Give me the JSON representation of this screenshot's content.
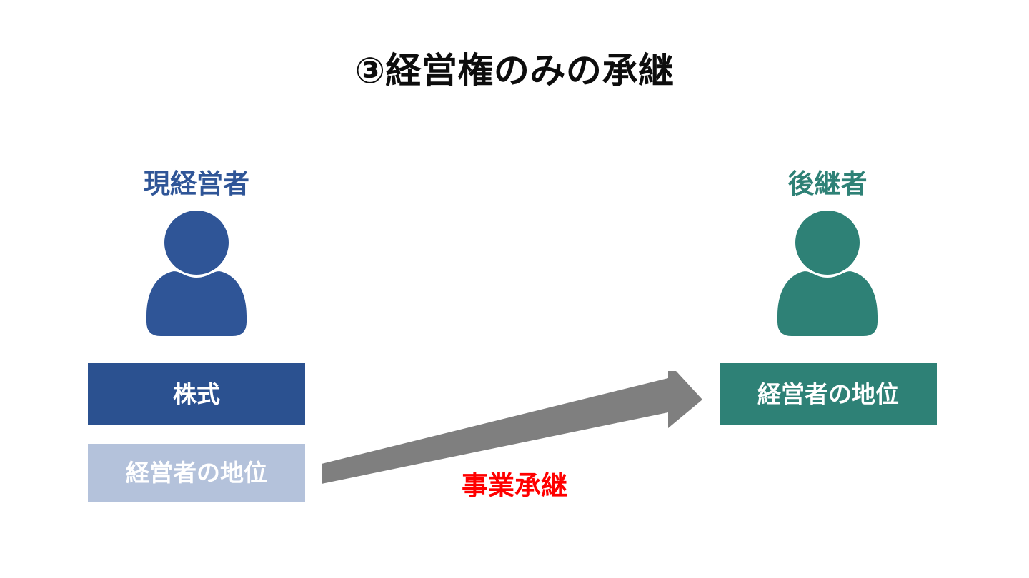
{
  "slide": {
    "title": "③経営権のみの承継",
    "title_color": "#0d0d0d",
    "background_color": "#ffffff"
  },
  "current_owner": {
    "label": "現経営者",
    "color": "#2f5597",
    "icon": "person-icon",
    "assets": [
      {
        "label": "株式",
        "background_color": "#2b5190",
        "text_color": "#ffffff",
        "transferred": false
      },
      {
        "label": "経営者の地位",
        "background_color": "#b4c2db",
        "text_color": "#ffffff",
        "transferred": true
      }
    ]
  },
  "successor": {
    "label": "後継者",
    "color": "#2e8176",
    "icon": "person-icon",
    "assets": [
      {
        "label": "経営者の地位",
        "background_color": "#2e8176",
        "text_color": "#ffffff"
      }
    ]
  },
  "transfer": {
    "caption": "事業承継",
    "caption_color": "#ff0000",
    "arrow_color": "#7f7f7f",
    "arrow_direction": "left-to-right-upward",
    "icon": "arrow-right-icon"
  }
}
